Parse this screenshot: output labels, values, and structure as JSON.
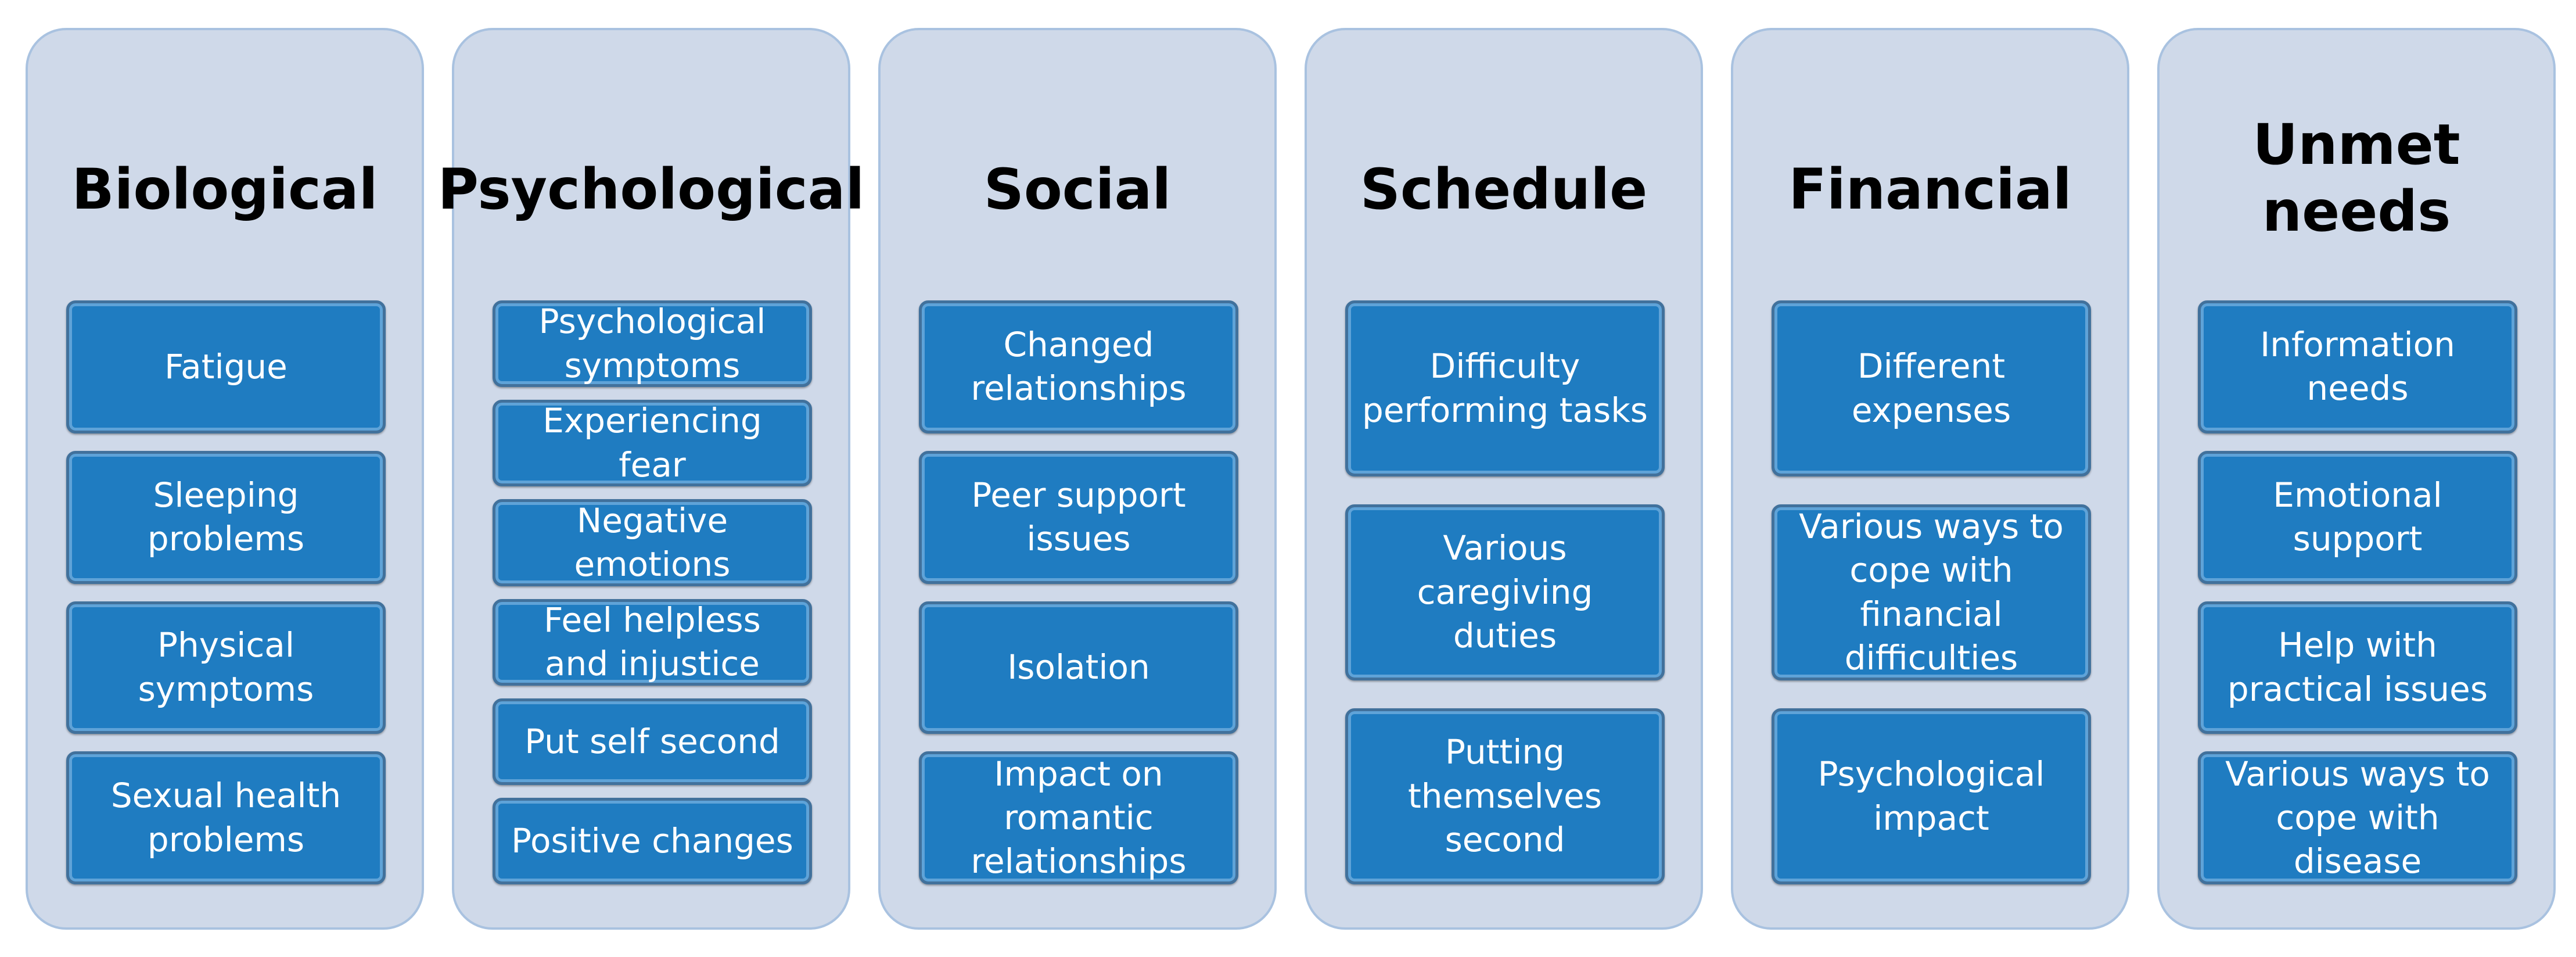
{
  "columns": [
    {
      "title": "Biological",
      "items": [
        "Fatigue",
        "Sleeping problems",
        "Physical symptoms",
        "Sexual health problems"
      ]
    },
    {
      "title": "Psychological",
      "items": [
        "Psychological symptoms",
        "Experiencing fear",
        "Negative emotions",
        "Feel helpless and injustice",
        "Put self second",
        "Positive changes"
      ]
    },
    {
      "title": "Social",
      "items": [
        "Changed relationships",
        "Peer support issues",
        "Isolation",
        "Impact on romantic relationships"
      ]
    },
    {
      "title": "Schedule",
      "items": [
        "Difficulty performing tasks",
        "Various caregiving duties",
        "Putting themselves second"
      ]
    },
    {
      "title": "Financial",
      "items": [
        "Different expenses",
        "Various ways to cope with financial difficulties",
        "Psychological impact"
      ]
    },
    {
      "title": "Unmet needs",
      "items": [
        "Information needs",
        "Emotional support",
        "Help with practical issues",
        "Various ways to cope with disease"
      ]
    }
  ]
}
